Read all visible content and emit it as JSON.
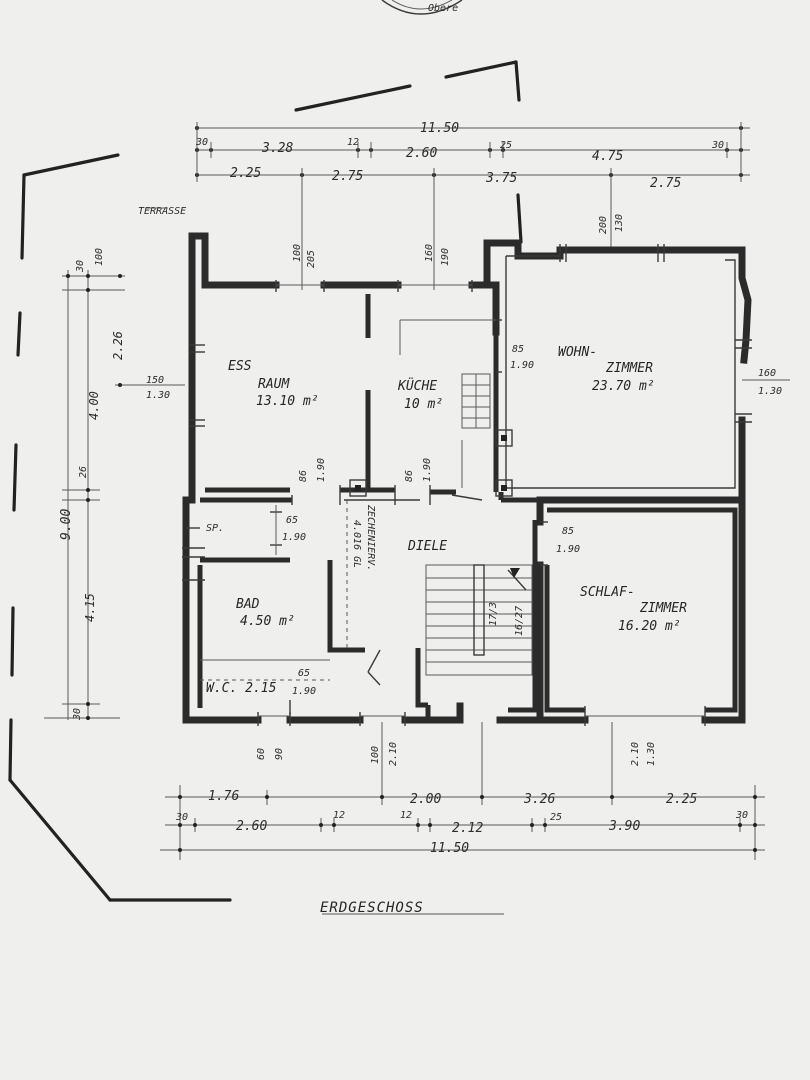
{
  "plan": {
    "title": "ERDGESCHOSS",
    "stamp_text": "Obere",
    "terrace_label": "TERRASSE"
  },
  "rooms": {
    "ess_line1": "ESS",
    "ess_line2": "RAUM",
    "ess_area": "13.10 m²",
    "kueche": "KÜCHE",
    "kueche_area": "10 m²",
    "wohn_line1": "WOHN-",
    "wohn_line2": "ZIMMER",
    "wohn_area": "23.70 m²",
    "diele": "DIELE",
    "sp": "SP.",
    "bad": "BAD",
    "bad_area": "4.50 m²",
    "wc": "W.C. 2.15",
    "schlaf_line1": "SCHLAF-",
    "schlaf_line2": "ZIMMER",
    "schlaf_area": "16.20 m²",
    "stair_line1": "17/3",
    "stair_line2": "16/27",
    "chimney_line1": "ZECHENIERV.",
    "chimney_line2": "4.016 GL"
  },
  "dims_top": {
    "total": "11.50",
    "r1_a": "30",
    "r1_b": "3.28",
    "r1_c": "12",
    "r1_d": "2.60",
    "r1_e": "25",
    "r1_f": "4.75",
    "r1_g": "30",
    "r2_a": "2.25",
    "r2_b": "2.75",
    "r2_c": "3.75",
    "r2_d": "2.75"
  },
  "dims_bottom": {
    "total": "11.50",
    "r1_a": "1.76",
    "r1_b": "2.00",
    "r1_c": "3.26",
    "r1_d": "2.25",
    "r2_a": "30",
    "r2_b": "2.60",
    "r2_c": "12",
    "r2_d": "12",
    "r2_e": "2.12",
    "r2_f": "25",
    "r2_g": "3.90",
    "r2_h": "30"
  },
  "dims_left": {
    "total": "9.00",
    "top_a": "30",
    "top_b": "100",
    "top_c": "2.26",
    "mid": "4.00",
    "mid_b": "26",
    "lower": "4.15",
    "bottom": "30"
  },
  "openings": {
    "win_top_1a": "100",
    "win_top_1b": "205",
    "win_top_2a": "160",
    "win_top_2b": "190",
    "win_top_3a": "200",
    "win_top_3b": "130",
    "win_left_a": "150",
    "win_left_b": "1.30",
    "win_right_a": "160",
    "win_right_b": "1.30",
    "door_wohn_a": "85",
    "door_wohn_b": "1.90",
    "door_ess_a": "86",
    "door_ess_b": "1.90",
    "door_kue_a": "86",
    "door_kue_b": "1.90",
    "door_sp_a": "65",
    "door_sp_b": "1.90",
    "door_schlaf_a": "85",
    "door_schlaf_b": "1.90",
    "door_wc_a": "65",
    "door_wc_b": "1.90",
    "win_bot_1a": "60",
    "win_bot_1b": "90",
    "win_bot_2a": "100",
    "win_bot_2b": "2.10",
    "win_bot_3a": "2.10",
    "win_bot_3b": "1.30"
  }
}
